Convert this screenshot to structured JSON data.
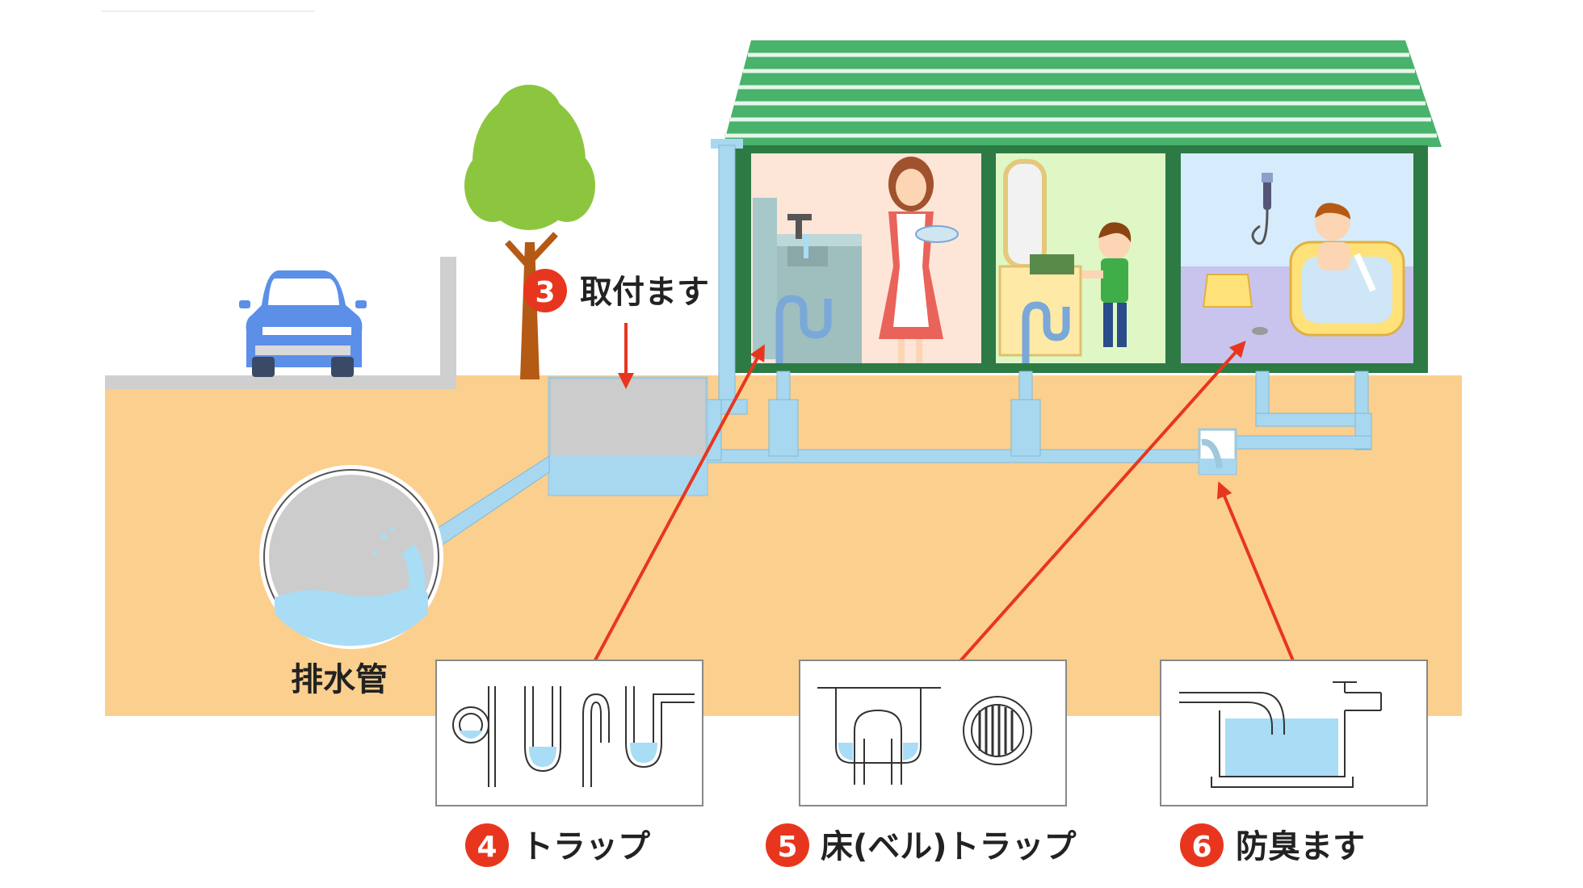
{
  "labels": {
    "sewer_pipe": "排水管",
    "item3_number": "3",
    "item3_text": "取付ます",
    "item4_number": "4",
    "item4_text": "トラップ",
    "item5_number": "5",
    "item5_text": "床(ベル)トラップ",
    "item6_number": "6",
    "item6_text": "防臭ます"
  },
  "colors": {
    "ground": "#fbcf8e",
    "water": "#a9dcf5",
    "pipe": "#a8d8f0",
    "roof": "#49b26b",
    "wall": "#2d7a45",
    "arrow": "#e8361e",
    "badge": "#e8361e",
    "kitchen": "#fde5d8",
    "washroom": "#dff7c4",
    "bathroom": "#d6ecfc",
    "car": "#5b8fe8",
    "tree": "#8cc63f",
    "trunk": "#b45a14"
  },
  "icons": [
    "car-icon",
    "tree-icon",
    "house-icon",
    "woman-icon",
    "boy-icon",
    "child-in-bath-icon",
    "shower-icon",
    "faucet-icon"
  ]
}
